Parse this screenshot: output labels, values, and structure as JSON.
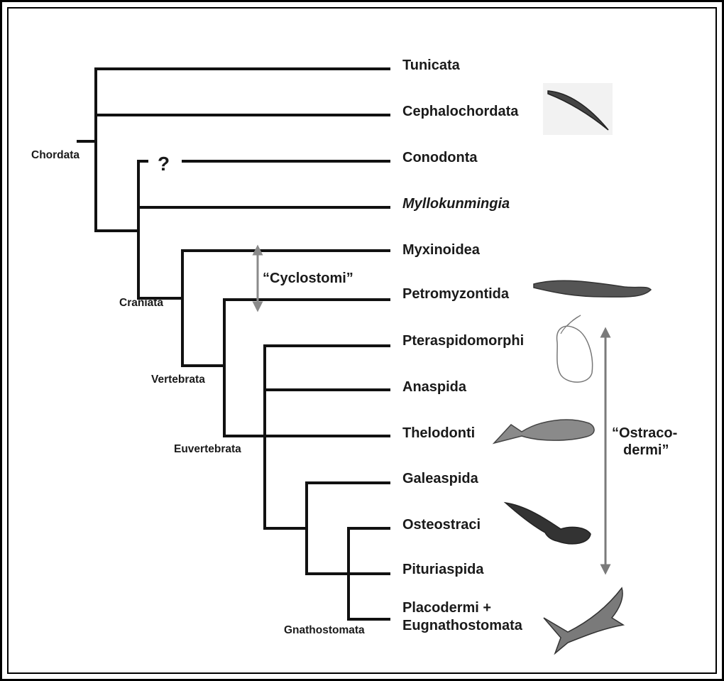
{
  "taxa": {
    "tunicata": "Tunicata",
    "cephalochordata": "Cephalochordata",
    "conodonta": "Conodonta",
    "myllokunmingia": "Myllokunmingia",
    "myxinoidea": "Myxinoidea",
    "petromyzontida": "Petromyzontida",
    "pteraspidomorphi": "Pteraspidomorphi",
    "anaspida": "Anaspida",
    "thelodonti": "Thelodonti",
    "galeaspida": "Galeaspida",
    "osteostraci": "Osteostraci",
    "pituriaspida": "Pituriaspida",
    "placodermi_line1": "Placodermi +",
    "placodermi_line2": "Eugnathostomata"
  },
  "nodes": {
    "chordata": "Chordata",
    "craniata": "Craniata",
    "vertebrata": "Vertebrata",
    "euvertebrata": "Euvertebrata",
    "gnathostomata": "Gnathostomata"
  },
  "uncertain_mark": "?",
  "brackets": {
    "cyclostomi": "“Cyclostomi”",
    "ostracodermi_line1": "“Ostraco-",
    "ostracodermi_line2": "dermi”"
  },
  "colors": {
    "branch": "#111111",
    "bracket_cyclostomi": "#8a8a8a",
    "bracket_ostracodermi": "#7a7a7a",
    "illustration": "#555555"
  }
}
